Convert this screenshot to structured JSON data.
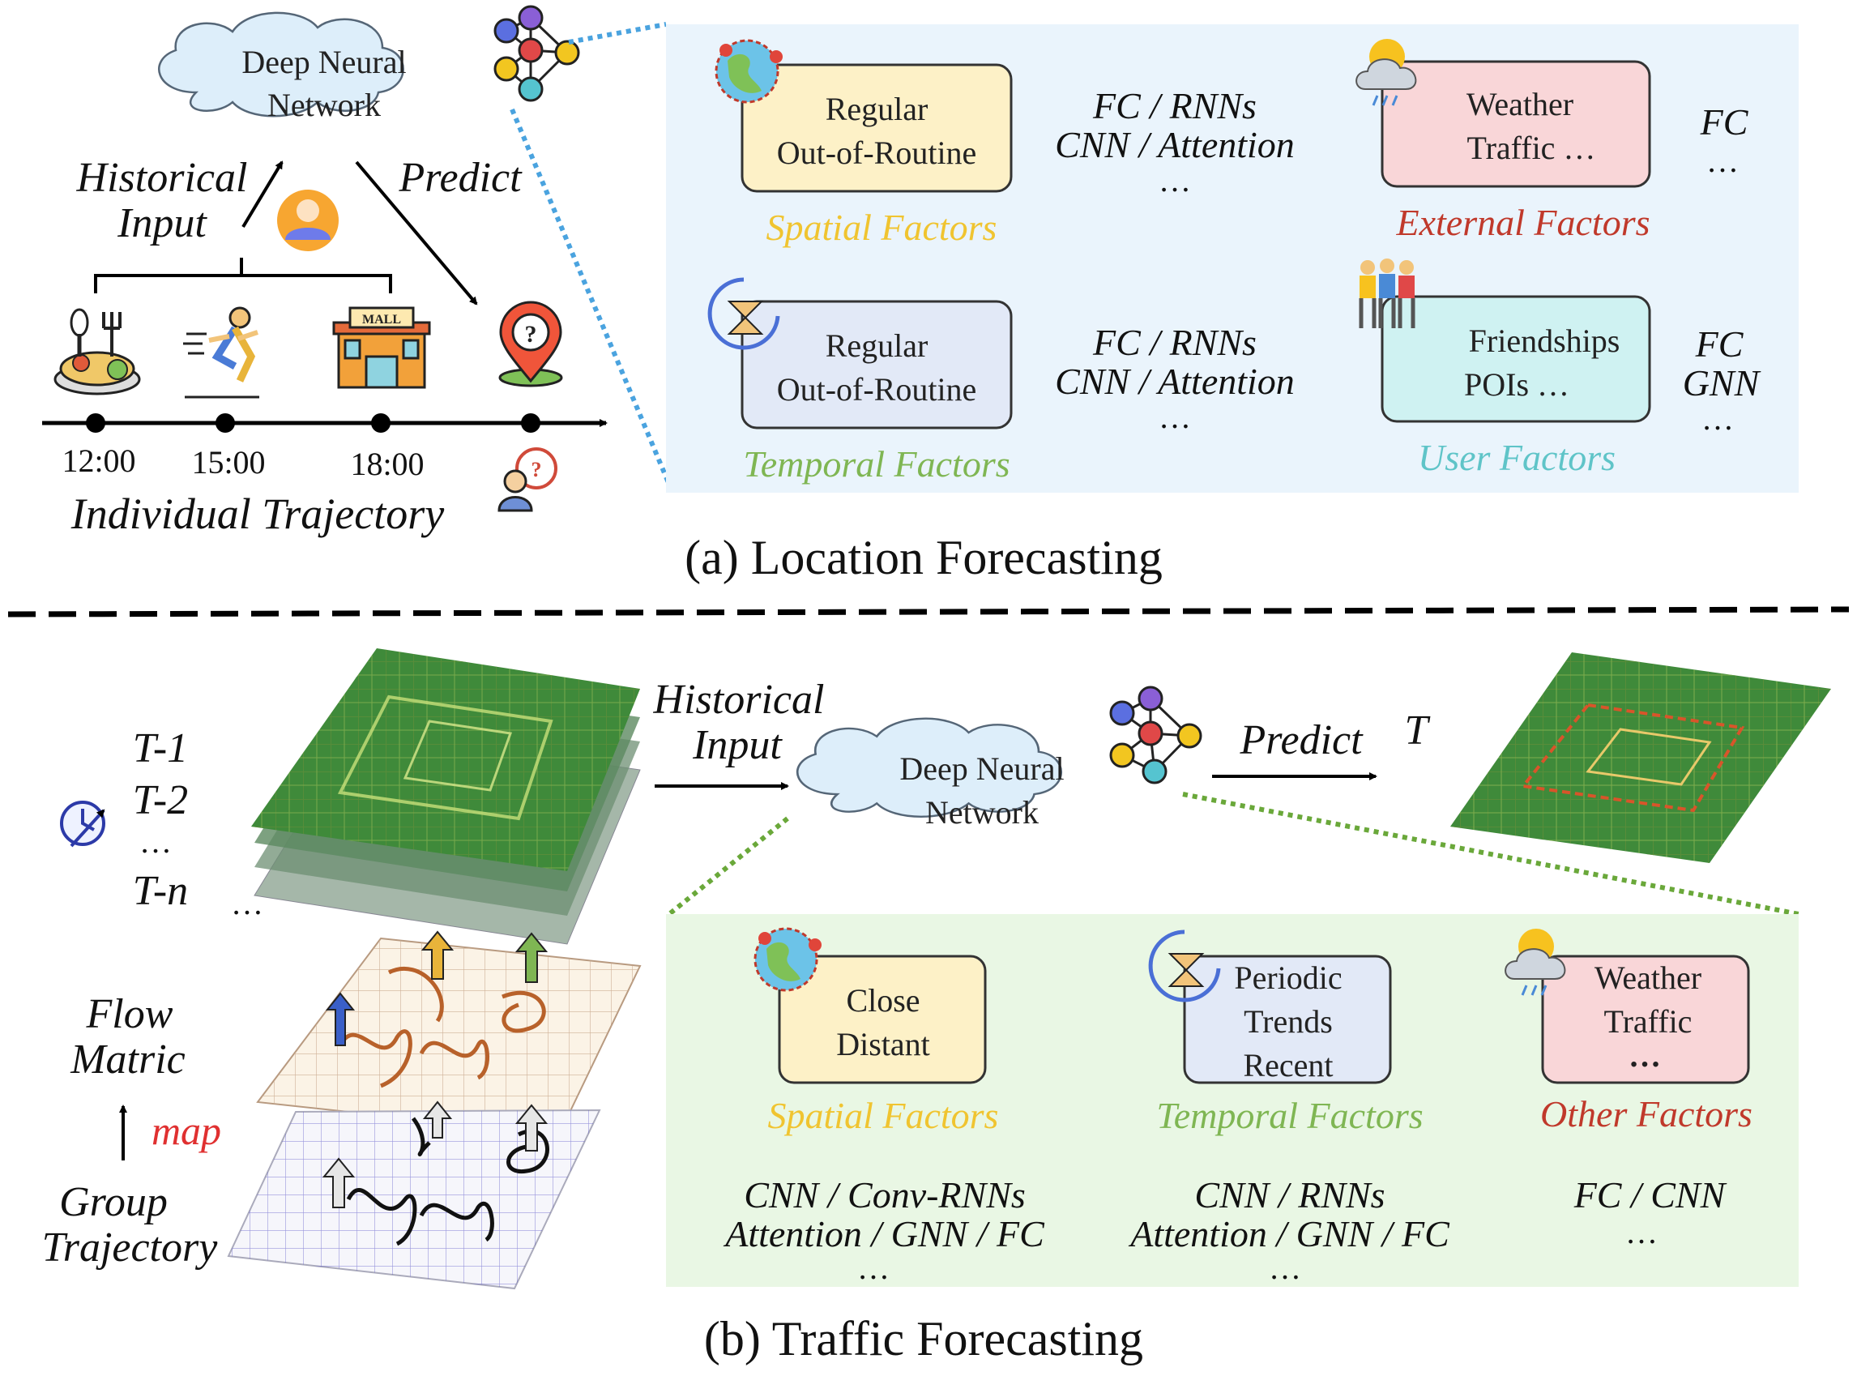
{
  "colors": {
    "spatial": "#f0c430",
    "temporal": "#7fb653",
    "external": "#c0392b",
    "user": "#5fc4c8",
    "other": "#c0392b",
    "red_label": "#e03030",
    "panel_blue": "#eaf4fc",
    "panel_green": "#e9f7e4",
    "cloud": "#ddeefa",
    "box_yellow": "#fdf1c7",
    "box_blue": "#e2e9f7",
    "box_pink": "#f9d6d8",
    "box_cyan": "#cff2f2",
    "map_green": "#3f8a3a"
  },
  "part_a": {
    "cloud": {
      "line1": "Deep Neural",
      "line2": "Network"
    },
    "historical_input": {
      "line1": "Historical",
      "line2": "Input"
    },
    "predict": "Predict",
    "timeline": {
      "times": [
        "12:00",
        "15:00",
        "18:00"
      ],
      "mall_sign": "MALL",
      "question_mark": "?"
    },
    "trajectory_label": "Individual Trajectory",
    "caption": "(a) Location Forecasting",
    "factors": {
      "spatial": {
        "box": [
          "Regular",
          "Out-of-Routine"
        ],
        "methods": [
          "FC / RNNs",
          "CNN / Attention",
          "…"
        ],
        "label": "Spatial Factors"
      },
      "external": {
        "box": [
          "Weather",
          "Traffic …"
        ],
        "methods": [
          "FC",
          "…"
        ],
        "label": "External Factors"
      },
      "temporal": {
        "box": [
          "Regular",
          "Out-of-Routine"
        ],
        "methods": [
          "FC / RNNs",
          "CNN / Attention",
          "…"
        ],
        "label": "Temporal Factors"
      },
      "user": {
        "box": [
          "Friendships",
          "POIs …"
        ],
        "methods": [
          "FC",
          "GNN",
          "…"
        ],
        "label": "User Factors"
      }
    }
  },
  "part_b": {
    "time_labels": [
      "T-1",
      "T-2",
      "…",
      "T-n"
    ],
    "stack_dots": "…",
    "flow": {
      "line1": "Flow",
      "line2": "Matric"
    },
    "map_label": "map",
    "group": {
      "line1": "Group",
      "line2": "Trajectory"
    },
    "historical_input": {
      "line1": "Historical",
      "line2": "Input"
    },
    "cloud": {
      "line1": "Deep Neural",
      "line2": "Network"
    },
    "predict": "Predict",
    "t_label": "T",
    "caption": "(b) Traffic Forecasting",
    "factors": {
      "spatial": {
        "box": [
          "Close",
          "Distant"
        ],
        "label": "Spatial Factors",
        "methods": [
          "CNN / Conv-RNNs",
          "Attention / GNN / FC",
          "…"
        ]
      },
      "temporal": {
        "box": [
          "Periodic",
          "Trends",
          "Recent"
        ],
        "label": "Temporal Factors",
        "methods": [
          "CNN / RNNs",
          "Attention / GNN / FC",
          "…"
        ]
      },
      "other": {
        "box": [
          "Weather",
          "Traffic",
          "…"
        ],
        "label": "Other Factors",
        "methods": [
          "FC / CNN",
          "…"
        ]
      }
    }
  }
}
